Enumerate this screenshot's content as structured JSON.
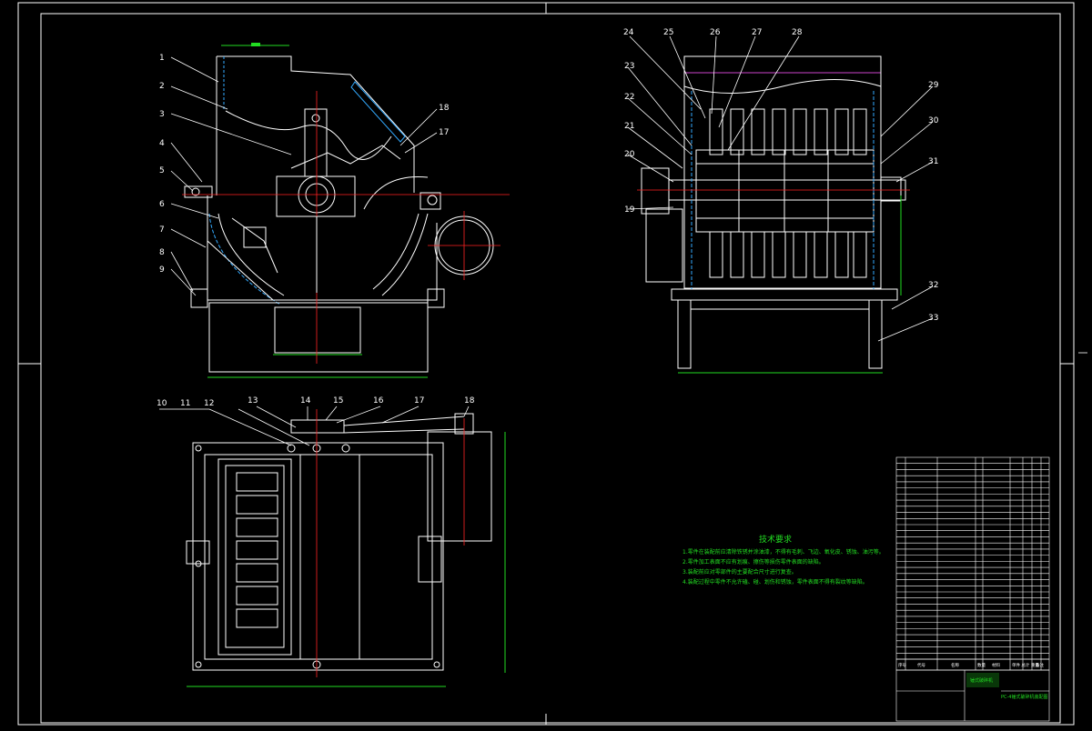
{
  "callouts_front": [
    "1",
    "2",
    "3",
    "4",
    "5",
    "6",
    "7",
    "8",
    "9"
  ],
  "callouts_front_right": [
    "18",
    "17"
  ],
  "callouts_side_top": [
    "24",
    "25",
    "26",
    "27",
    "28"
  ],
  "callouts_side_left": [
    "23",
    "22",
    "21",
    "20",
    "19"
  ],
  "callouts_side_right": [
    "29",
    "30",
    "31",
    "32",
    "33"
  ],
  "callouts_plan": [
    "10",
    "11",
    "12",
    "13",
    "14",
    "15",
    "16",
    "17",
    "18"
  ],
  "tech": {
    "title": "技术要求",
    "lines": [
      "1.零件在装配前应清除铁锈并涂油漆，不得有毛刺、飞边、氧化皮、锈蚀、油污等。",
      "2.零件加工表面不应有划痕、擦伤等损伤零件表面的缺陷。",
      "3.装配前应对零部件的主要配合尺寸进行复查。",
      "4.装配过程中零件不允许磕、碰、划伤和锈蚀，零件表面不得有裂纹等缺陷。"
    ]
  },
  "title_block": {
    "drawing_name": "锤式破碎机",
    "drawing_number": "PC-4锤式破碎机装配图",
    "header_cols": [
      "序号",
      "代号",
      "名称",
      "数量",
      "材料",
      "单件 总计 重量",
      "备注"
    ]
  },
  "colors": {
    "background": "#000000",
    "outline": "#ffffff",
    "dimension": "#22dd22",
    "centerline": "#ff2222",
    "hidden": "#33aaff",
    "magenta": "#cc44cc"
  }
}
